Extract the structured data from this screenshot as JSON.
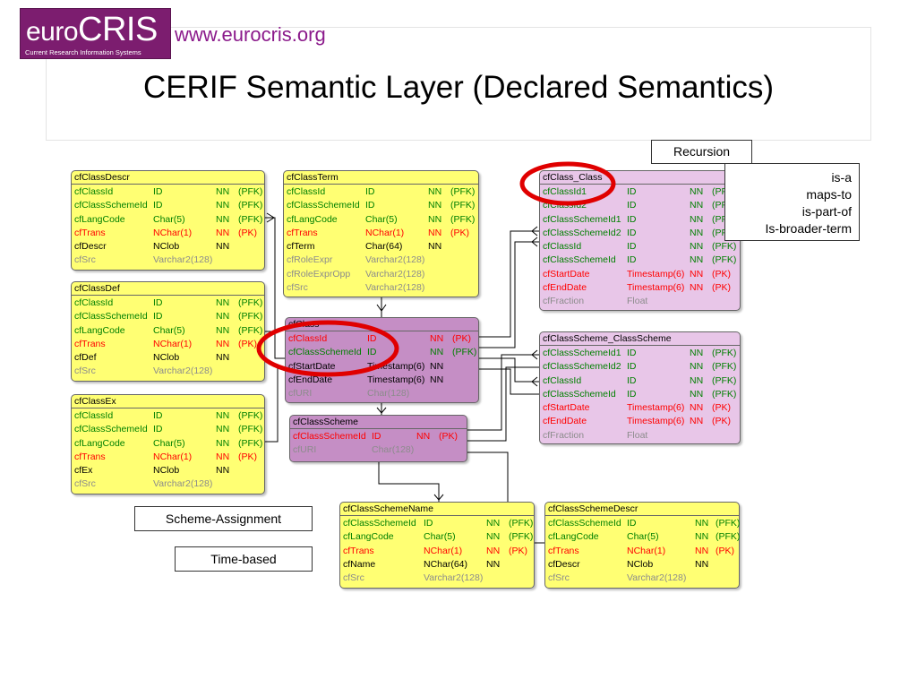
{
  "header": {
    "logo_main": "euro",
    "logo_strong": "CRIS",
    "logo_sub": "Current Research Information Systems",
    "url": "www.eurocris.org",
    "title": "CERIF Semantic Layer (Declared Semantics)"
  },
  "notes": {
    "recursion": "Recursion",
    "semantics": [
      "is-a",
      "maps-to",
      "is-part-of",
      "Is-broader-term"
    ],
    "scheme_assignment": "Scheme-Assignment",
    "time_based": "Time-based"
  },
  "entities": [
    {
      "id": "cfClassDescr",
      "name": "cfClassDescr",
      "color": "yellow",
      "cols": [
        0,
        88,
        158,
        183
      ],
      "rows": [
        {
          "n": "cfClassId",
          "t": "ID",
          "nn": "NN",
          "k": "(PFK)",
          "c": "fk"
        },
        {
          "n": "cfClassSchemeId",
          "t": "ID",
          "nn": "NN",
          "k": "(PFK)",
          "c": "fk"
        },
        {
          "n": "cfLangCode",
          "t": "Char(5)",
          "nn": "NN",
          "k": "(PFK)",
          "c": "fk"
        },
        {
          "n": "cfTrans",
          "t": "NChar(1)",
          "nn": "NN",
          "k": "(PK)",
          "c": "pk"
        },
        {
          "n": "cfDescr",
          "t": "NClob",
          "nn": "NN",
          "k": "",
          "c": "nn"
        },
        {
          "n": "cfSrc",
          "t": "Varchar2(128)",
          "nn": "",
          "k": "",
          "c": "opt"
        }
      ]
    },
    {
      "id": "cfClassDef",
      "name": "cfClassDef",
      "color": "yellow",
      "cols": [
        0,
        88,
        158,
        183
      ],
      "rows": [
        {
          "n": "cfClassId",
          "t": "ID",
          "nn": "NN",
          "k": "(PFK)",
          "c": "fk"
        },
        {
          "n": "cfClassSchemeId",
          "t": "ID",
          "nn": "NN",
          "k": "(PFK)",
          "c": "fk"
        },
        {
          "n": "cfLangCode",
          "t": "Char(5)",
          "nn": "NN",
          "k": "(PFK)",
          "c": "fk"
        },
        {
          "n": "cfTrans",
          "t": "NChar(1)",
          "nn": "NN",
          "k": "(PK)",
          "c": "pk"
        },
        {
          "n": "cfDef",
          "t": "NClob",
          "nn": "NN",
          "k": "",
          "c": "nn"
        },
        {
          "n": "cfSrc",
          "t": "Varchar2(128)",
          "nn": "",
          "k": "",
          "c": "opt"
        }
      ]
    },
    {
      "id": "cfClassEx",
      "name": "cfClassEx",
      "color": "yellow",
      "cols": [
        0,
        88,
        158,
        183
      ],
      "rows": [
        {
          "n": "cfClassId",
          "t": "ID",
          "nn": "NN",
          "k": "(PFK)",
          "c": "fk"
        },
        {
          "n": "cfClassSchemeId",
          "t": "ID",
          "nn": "NN",
          "k": "(PFK)",
          "c": "fk"
        },
        {
          "n": "cfLangCode",
          "t": "Char(5)",
          "nn": "NN",
          "k": "(PFK)",
          "c": "fk"
        },
        {
          "n": "cfTrans",
          "t": "NChar(1)",
          "nn": "NN",
          "k": "(PK)",
          "c": "pk"
        },
        {
          "n": "cfEx",
          "t": "NClob",
          "nn": "NN",
          "k": "",
          "c": "nn"
        },
        {
          "n": "cfSrc",
          "t": "Varchar2(128)",
          "nn": "",
          "k": "",
          "c": "opt"
        }
      ]
    },
    {
      "id": "cfClassTerm",
      "name": "cfClassTerm",
      "color": "yellow",
      "cols": [
        0,
        88,
        158,
        183
      ],
      "rows": [
        {
          "n": "cfClassId",
          "t": "ID",
          "nn": "NN",
          "k": "(PFK)",
          "c": "fk"
        },
        {
          "n": "cfClassSchemeId",
          "t": "ID",
          "nn": "NN",
          "k": "(PFK)",
          "c": "fk"
        },
        {
          "n": "cfLangCode",
          "t": "Char(5)",
          "nn": "NN",
          "k": "(PFK)",
          "c": "fk"
        },
        {
          "n": "cfTrans",
          "t": "NChar(1)",
          "nn": "NN",
          "k": "(PK)",
          "c": "pk"
        },
        {
          "n": "cfTerm",
          "t": "Char(64)",
          "nn": "NN",
          "k": "",
          "c": "nn"
        },
        {
          "n": "cfRoleExpr",
          "t": "Varchar2(128)",
          "nn": "",
          "k": "",
          "c": "opt"
        },
        {
          "n": "cfRoleExprOpp",
          "t": "Varchar2(128)",
          "nn": "",
          "k": "",
          "c": "opt"
        },
        {
          "n": "cfSrc",
          "t": "Varchar2(128)",
          "nn": "",
          "k": "",
          "c": "opt"
        }
      ]
    },
    {
      "id": "cfClass",
      "name": "cfClass",
      "color": "purple dark",
      "cols": [
        0,
        88,
        158,
        183
      ],
      "rows": [
        {
          "n": "cfClassId",
          "t": "ID",
          "nn": "NN",
          "k": "(PK)",
          "c": "pk"
        },
        {
          "n": "cfClassSchemeId",
          "t": "ID",
          "nn": "NN",
          "k": "(PFK)",
          "c": "fk"
        },
        {
          "n": "cfStartDate",
          "t": "Timestamp(6)",
          "nn": "NN",
          "k": "",
          "c": "nn"
        },
        {
          "n": "cfEndDate",
          "t": "Timestamp(6)",
          "nn": "NN",
          "k": "",
          "c": "nn"
        },
        {
          "n": "cfURI",
          "t": "Char(128)",
          "nn": "",
          "k": "",
          "c": "opt"
        }
      ]
    },
    {
      "id": "cfClassScheme",
      "name": "cfClassScheme",
      "color": "purple dark",
      "cols": [
        0,
        88,
        138,
        163
      ],
      "rows": [
        {
          "n": "cfClassSchemeId",
          "t": "ID",
          "nn": "NN",
          "k": "(PK)",
          "c": "pk"
        },
        {
          "n": "cfURI",
          "t": "Char(128)",
          "nn": "",
          "k": "",
          "c": "opt"
        }
      ]
    },
    {
      "id": "cfClass_Class",
      "name": "cfClass_Class",
      "color": "purple",
      "cols": [
        0,
        94,
        164,
        189
      ],
      "rows": [
        {
          "n": "cfClassId1",
          "t": "ID",
          "nn": "NN",
          "k": "(PFK)",
          "c": "fk"
        },
        {
          "n": "cfClassId2",
          "t": "ID",
          "nn": "NN",
          "k": "(PFK)",
          "c": "fk"
        },
        {
          "n": "cfClassSchemeId1",
          "t": "ID",
          "nn": "NN",
          "k": "(PFK)",
          "c": "fk"
        },
        {
          "n": "cfClassSchemeId2",
          "t": "ID",
          "nn": "NN",
          "k": "(PFK)",
          "c": "fk"
        },
        {
          "n": "cfClassId",
          "t": "ID",
          "nn": "NN",
          "k": "(PFK)",
          "c": "fk"
        },
        {
          "n": "cfClassSchemeId",
          "t": "ID",
          "nn": "NN",
          "k": "(PFK)",
          "c": "fk"
        },
        {
          "n": "cfStartDate",
          "t": "Timestamp(6)",
          "nn": "NN",
          "k": "(PK)",
          "c": "pk"
        },
        {
          "n": "cfEndDate",
          "t": "Timestamp(6)",
          "nn": "NN",
          "k": "(PK)",
          "c": "pk"
        },
        {
          "n": "cfFraction",
          "t": "Float",
          "nn": "",
          "k": "",
          "c": "opt"
        }
      ]
    },
    {
      "id": "cfClassScheme_ClassScheme",
      "name": "cfClassScheme_ClassScheme",
      "color": "purple",
      "cols": [
        0,
        94,
        164,
        189
      ],
      "rows": [
        {
          "n": "cfClassSchemeId1",
          "t": "ID",
          "nn": "NN",
          "k": "(PFK)",
          "c": "fk"
        },
        {
          "n": "cfClassSchemeId2",
          "t": "ID",
          "nn": "NN",
          "k": "(PFK)",
          "c": "fk"
        },
        {
          "n": "cfClassId",
          "t": "ID",
          "nn": "NN",
          "k": "(PFK)",
          "c": "fk"
        },
        {
          "n": "cfClassSchemeId",
          "t": "ID",
          "nn": "NN",
          "k": "(PFK)",
          "c": "fk"
        },
        {
          "n": "cfStartDate",
          "t": "Timestamp(6)",
          "nn": "NN",
          "k": "(PK)",
          "c": "pk"
        },
        {
          "n": "cfEndDate",
          "t": "Timestamp(6)",
          "nn": "NN",
          "k": "(PK)",
          "c": "pk"
        },
        {
          "n": "cfFraction",
          "t": "Float",
          "nn": "",
          "k": "",
          "c": "opt"
        }
      ]
    },
    {
      "id": "cfClassSchemeName",
      "name": "cfClassSchemeName",
      "color": "yellow",
      "cols": [
        0,
        90,
        160,
        185
      ],
      "rows": [
        {
          "n": "cfClassSchemeId",
          "t": "ID",
          "nn": "NN",
          "k": "(PFK)",
          "c": "fk"
        },
        {
          "n": "cfLangCode",
          "t": "Char(5)",
          "nn": "NN",
          "k": "(PFK)",
          "c": "fk"
        },
        {
          "n": "cfTrans",
          "t": "NChar(1)",
          "nn": "NN",
          "k": "(PK)",
          "c": "pk"
        },
        {
          "n": "cfName",
          "t": "NChar(64)",
          "nn": "NN",
          "k": "",
          "c": "nn"
        },
        {
          "n": "cfSrc",
          "t": "Varchar2(128)",
          "nn": "",
          "k": "",
          "c": "opt"
        }
      ]
    },
    {
      "id": "cfClassSchemeDescr",
      "name": "cfClassSchemeDescr",
      "color": "yellow",
      "cols": [
        0,
        88,
        164,
        187
      ],
      "rows": [
        {
          "n": "cfClassSchemeId",
          "t": "ID",
          "nn": "NN",
          "k": "(PFK)",
          "c": "fk"
        },
        {
          "n": "cfLangCode",
          "t": "Char(5)",
          "nn": "NN",
          "k": "(PFK)",
          "c": "fk"
        },
        {
          "n": "cfTrans",
          "t": "NChar(1)",
          "nn": "NN",
          "k": "(PK)",
          "c": "pk"
        },
        {
          "n": "cfDescr",
          "t": "NClob",
          "nn": "NN",
          "k": "",
          "c": "nn"
        },
        {
          "n": "cfSrc",
          "t": "Varchar2(128)",
          "nn": "",
          "k": "",
          "c": "opt"
        }
      ]
    }
  ]
}
